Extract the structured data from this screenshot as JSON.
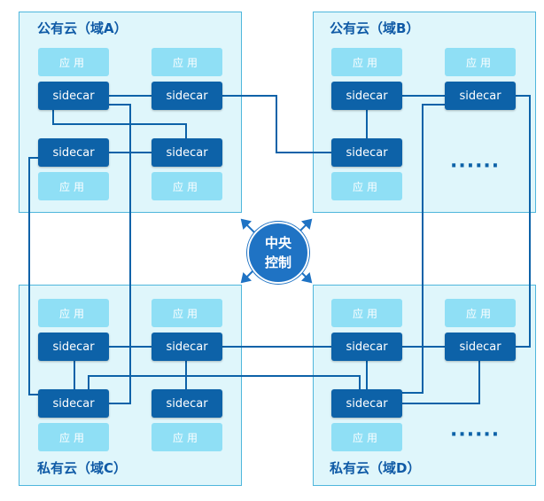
{
  "domains": {
    "a": {
      "title": "公有云（域A）"
    },
    "b": {
      "title": "公有云（域B）"
    },
    "c": {
      "title": "私有云（域C）"
    },
    "d": {
      "title": "私有云（域D）"
    }
  },
  "app_label": "应用",
  "sidecar_label": "sidecar",
  "ellipsis": "······",
  "center": {
    "line1": "中央",
    "line2": "控制"
  },
  "colors": {
    "domain_bg": "#dff6fb",
    "domain_border": "#4fb6dc",
    "app": "#8fdff5",
    "sidecar": "#0d62a8",
    "center": "#1f73c4",
    "title": "#0f5aa6"
  }
}
